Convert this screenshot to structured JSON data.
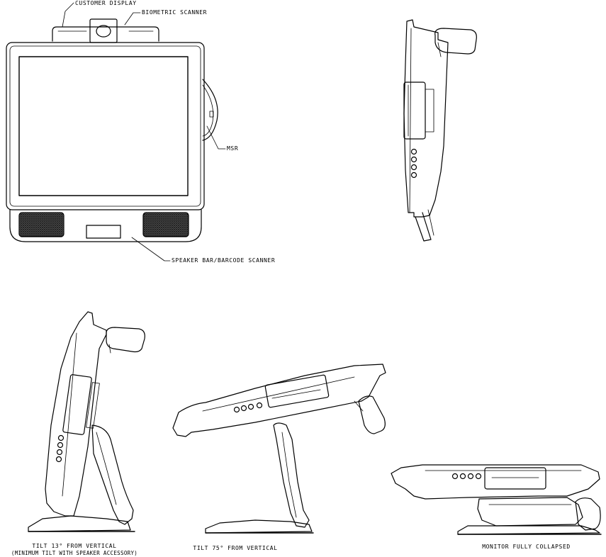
{
  "callouts": {
    "customer_display": "CUSTOMER DISPLAY",
    "biometric_scanner": "BIOMETRIC SCANNER",
    "msr": "MSR",
    "speaker_bar": "SPEAKER BAR/BARCODE SCANNER"
  },
  "captions": {
    "tilt_13_line1": "TILT 13° FROM VERTICAL",
    "tilt_13_line2": "(MINIMUM TILT WITH SPEAKER ACCESSORY)",
    "tilt_75": "TILT 75° FROM VERTICAL",
    "collapsed": "MONITOR FULLY COLLAPSED"
  }
}
